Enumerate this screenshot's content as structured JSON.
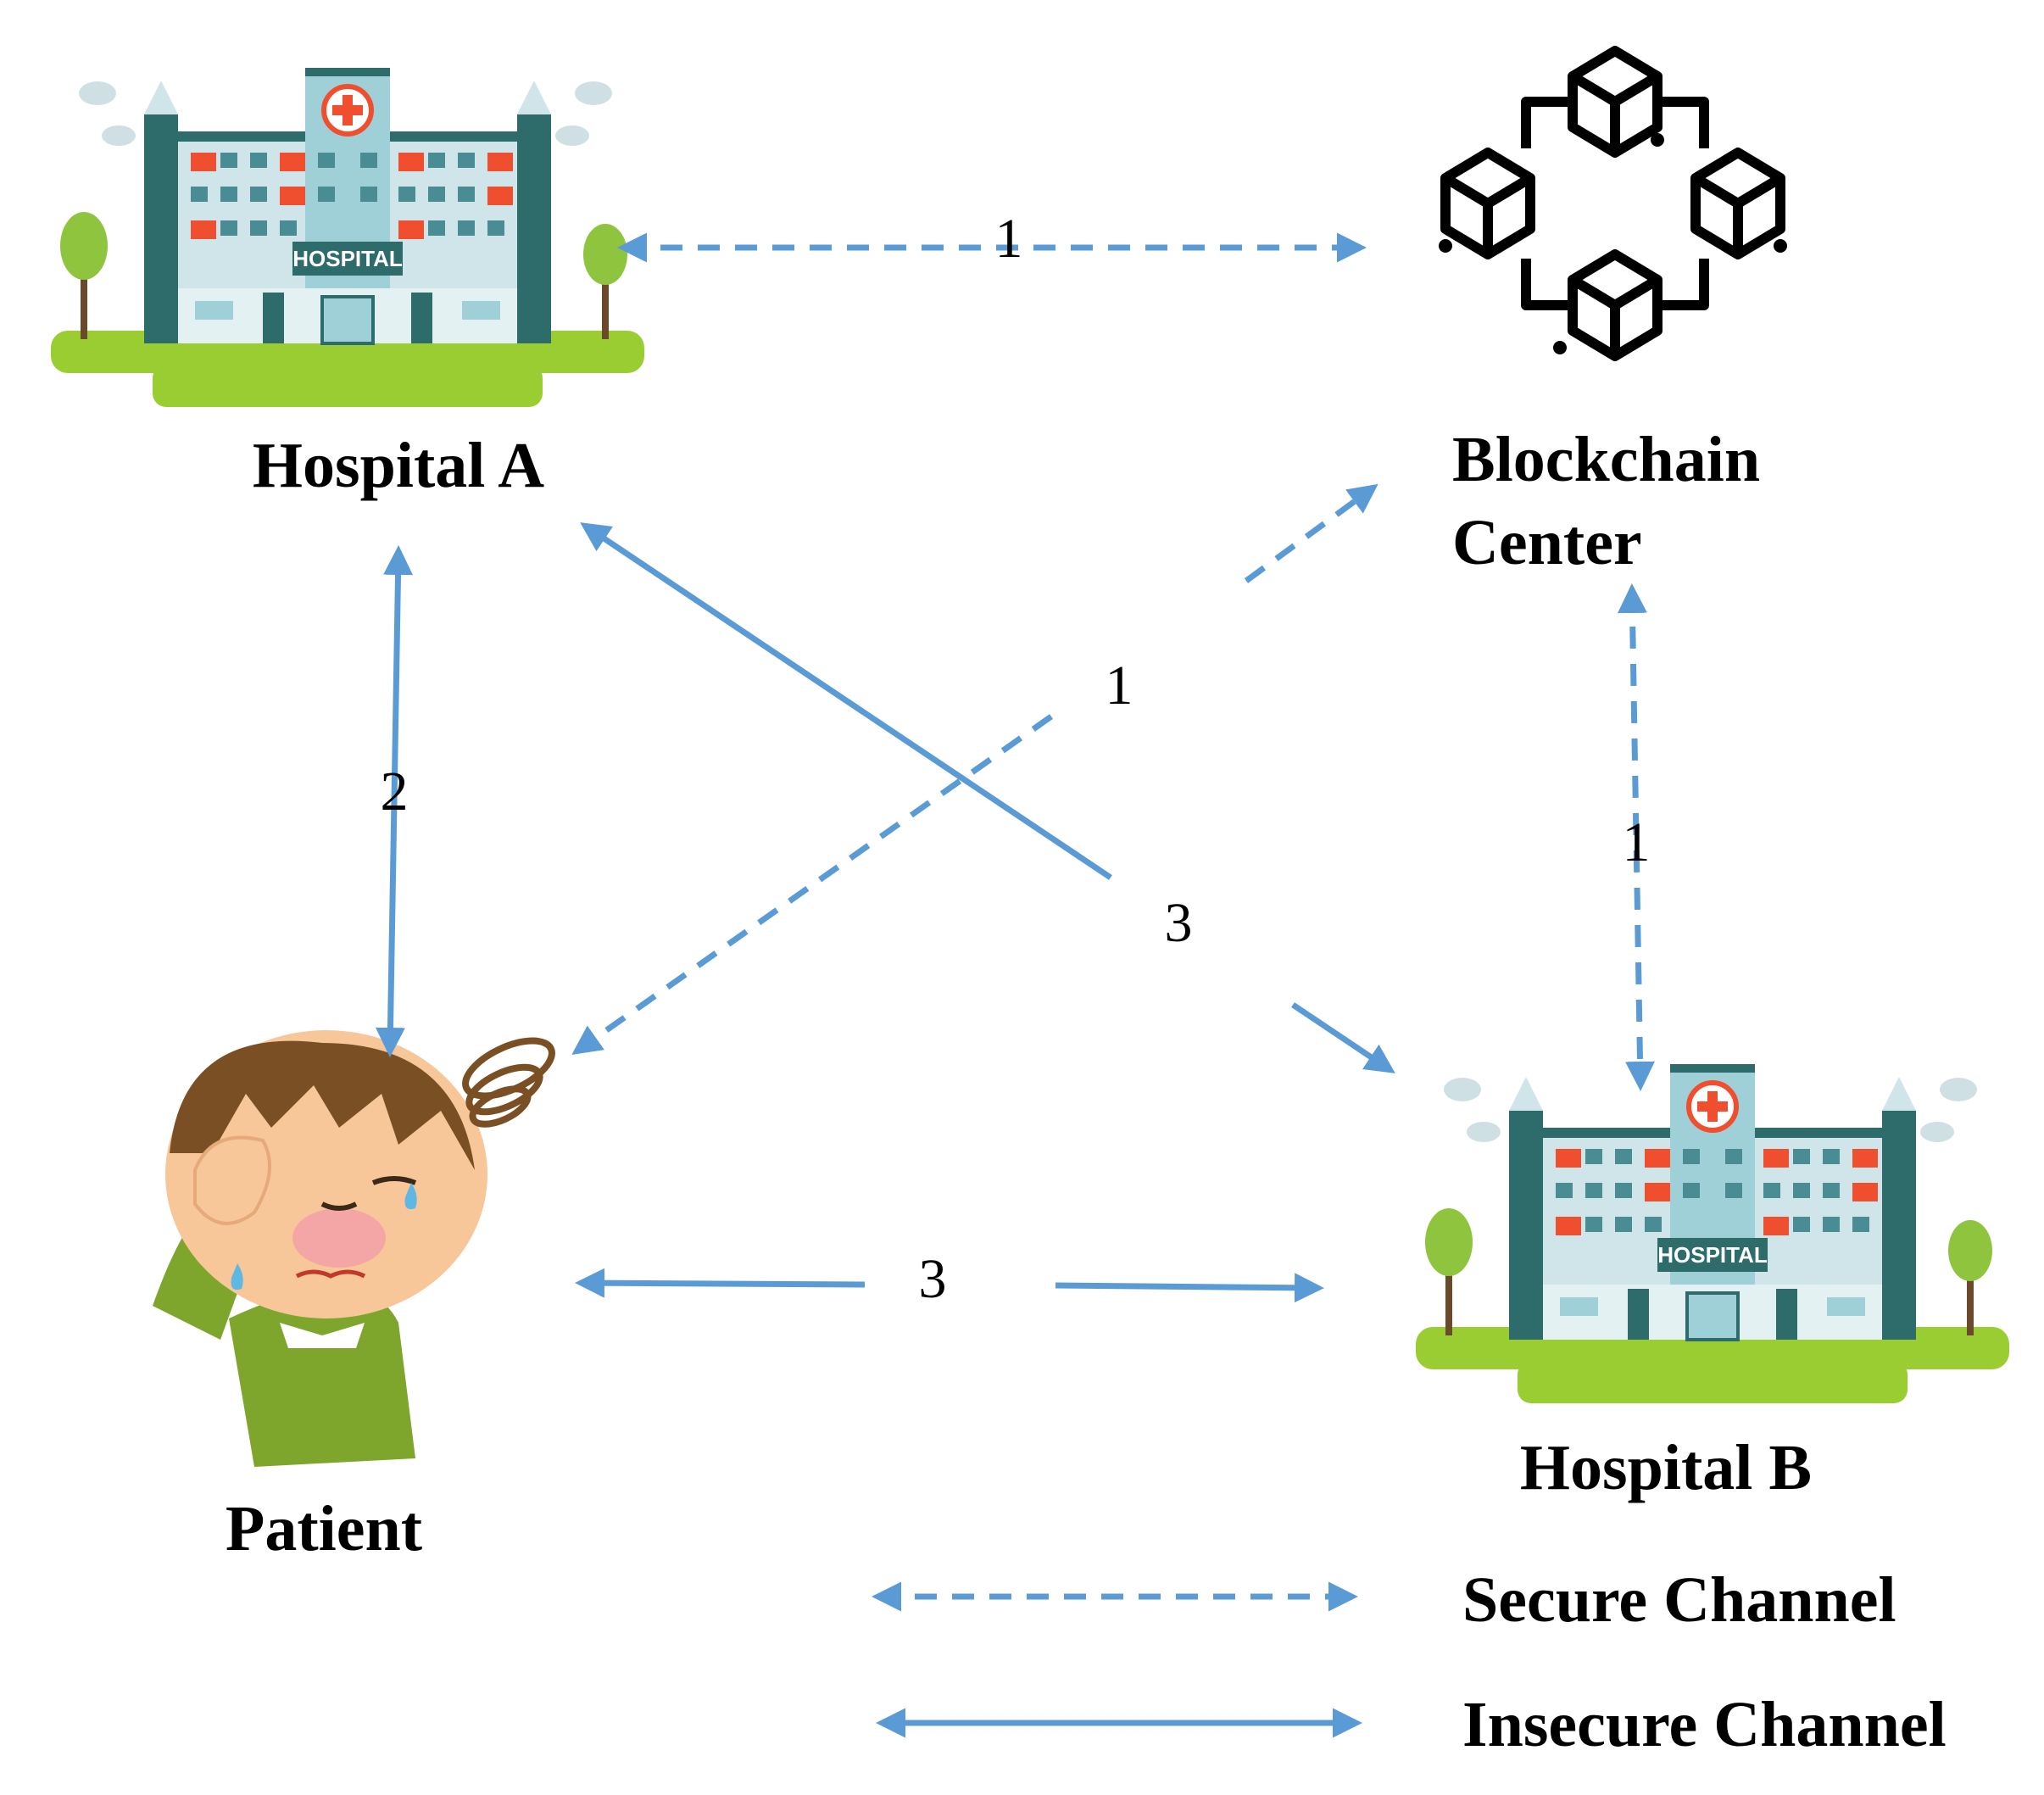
{
  "nodes": {
    "hospital_a": {
      "label": "Hospital A",
      "sign": "HOSPITAL"
    },
    "hospital_b": {
      "label": "Hospital B",
      "sign": "HOSPITAL"
    },
    "blockchain": {
      "label_line1": "Blockchain",
      "label_line2": "Center"
    },
    "patient": {
      "label": "Patient"
    }
  },
  "edges": {
    "a_blockchain": {
      "label": "1",
      "style": "secure"
    },
    "patient_blockchain": {
      "label": "1",
      "style": "secure"
    },
    "blockchain_b": {
      "label": "1",
      "style": "secure"
    },
    "a_patient": {
      "label": "2",
      "style": "insecure"
    },
    "a_b": {
      "label": "3",
      "style": "insecure"
    },
    "patient_b": {
      "label": "3",
      "style": "insecure"
    }
  },
  "legend": {
    "secure": "Secure Channel",
    "insecure": "Insecure Channel"
  },
  "colors": {
    "arrow": "#5b9bd5",
    "hospital_wall": "#cfe5ea",
    "hospital_dark": "#2e6b6b",
    "hospital_red": "#ef4f2e",
    "grass": "#9acd32",
    "tree": "#8fc43f",
    "skin": "#f7c79a",
    "hair": "#7a4f24",
    "shirt": "#7ea62c"
  }
}
